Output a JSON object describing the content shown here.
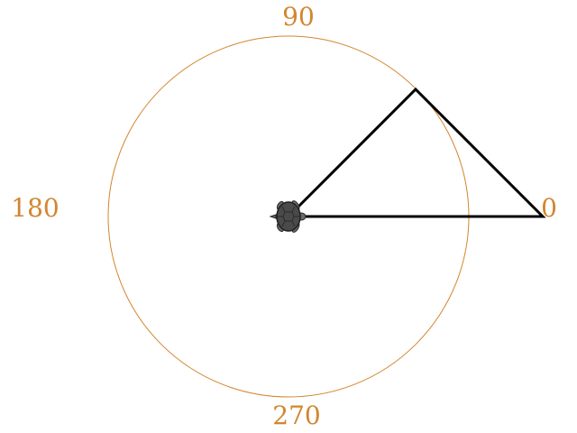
{
  "canvas": {
    "background": "#ffffff",
    "circle_color": "#d2862f",
    "path_color": "#000000"
  },
  "compass": {
    "labels": [
      {
        "text": "90",
        "angle": 90
      },
      {
        "text": "180",
        "angle": 180
      },
      {
        "text": "270",
        "angle": 270
      },
      {
        "text": "0",
        "angle": 0
      }
    ]
  },
  "path": {
    "shape": "triangle",
    "vertex_headings": [
      0,
      45
    ]
  },
  "turtle": {
    "icon": "turtle-icon",
    "heading": 0,
    "color": "#4a4a4a"
  }
}
